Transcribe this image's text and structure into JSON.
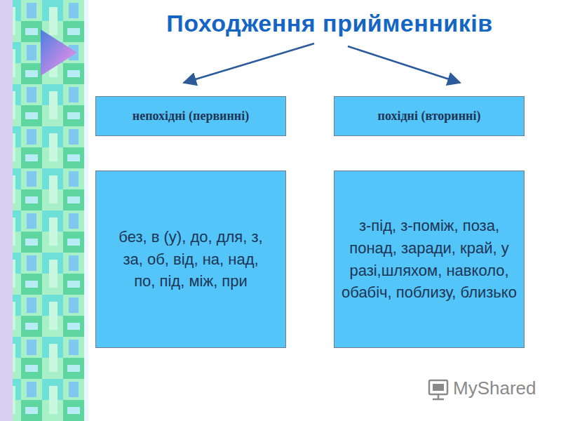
{
  "diagram": {
    "title": "Походження прийменників",
    "nodes": [
      {
        "text": [
          "непохідні (первинні)"
        ]
      },
      {
        "text": [
          "похідні (вторинні)"
        ]
      },
      {
        "text": [
          "без, в (у), до, для, з, за, об, від, на, над, по, під, між, при"
        ]
      },
      {
        "text": [
          "з-під, з-поміж, поза, понад, заради, край, у разі,шляхом, навколо, обабіч, поблизу, близько"
        ]
      }
    ],
    "labels": [
      "MyShared"
    ]
  }
}
